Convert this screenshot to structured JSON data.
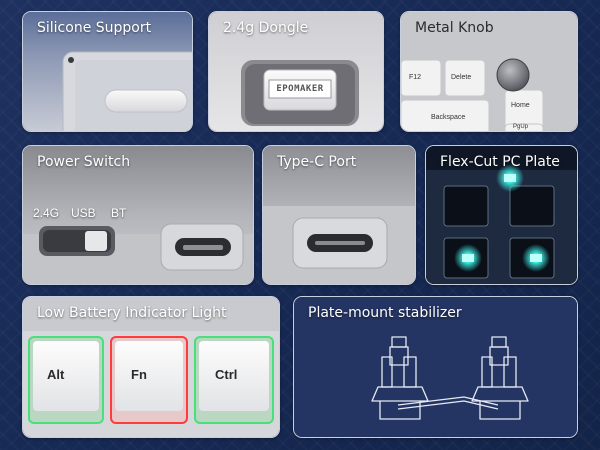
{
  "panels": [
    {
      "title": "Silicone Support"
    },
    {
      "title": "2.4g Dongle",
      "dongle_text": "EPOMAKER"
    },
    {
      "title": "Metal Knob",
      "keys": [
        "F12",
        "Delete",
        "Backspace",
        "Home",
        "PgUp"
      ]
    },
    {
      "title": "Power Switch",
      "switch_labels": [
        "2.4G",
        "USB",
        "BT"
      ]
    },
    {
      "title": "Type-C Port"
    },
    {
      "title": "Flex-Cut PC Plate"
    },
    {
      "title": "Low Battery Indicator Light",
      "keys": [
        "Alt",
        "Fn",
        "Ctrl"
      ]
    },
    {
      "title": "Plate-mount stabilizer"
    }
  ],
  "colors": {
    "background": "#1a2b57",
    "switch_led": "#3ff2e6",
    "fn_led": "#ff3b3b",
    "key_led": "#47e07a"
  },
  "icons": [
    "dongle",
    "usb-c-port",
    "slide-switch",
    "metal-knob",
    "stabilizer"
  ]
}
